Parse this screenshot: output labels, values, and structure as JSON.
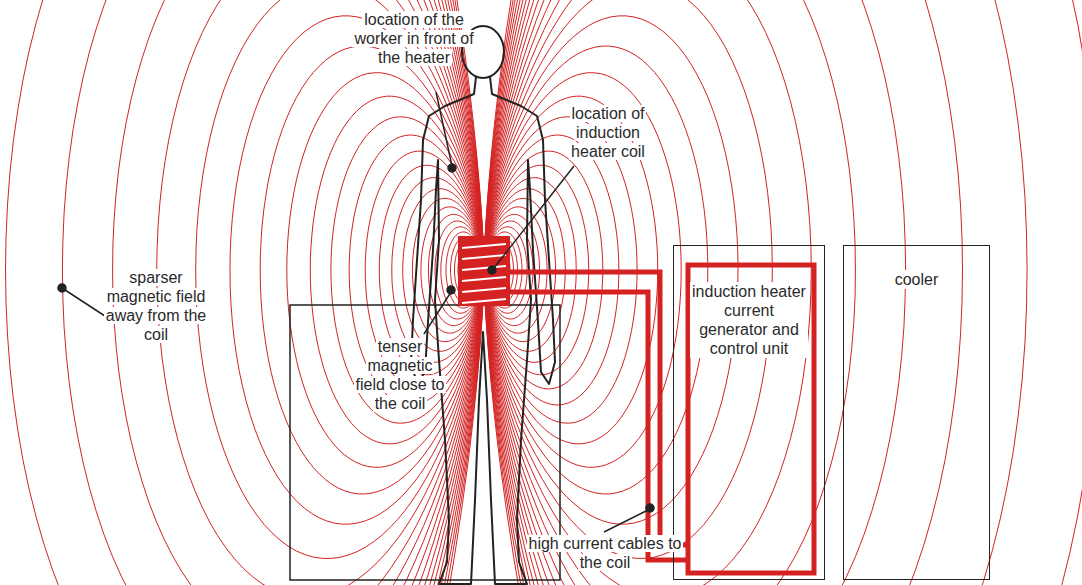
{
  "diagram": {
    "nodes": [
      {
        "text": [
          "induction heater current generator and control unit"
        ]
      },
      {
        "text": [
          "cooler"
        ]
      }
    ],
    "labels": [
      "location of the worker in front of the heater",
      "location of induction heater coil",
      "tenser magnetic field close to the coil",
      "sparser magnetic field away from the coil",
      "high current cables to the coil"
    ]
  }
}
